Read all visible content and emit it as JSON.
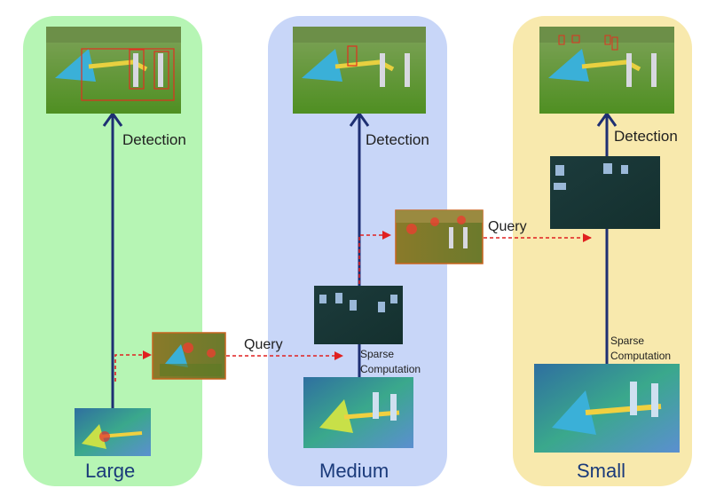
{
  "panels": {
    "large": {
      "label": "Large",
      "color": "#b6f5b4"
    },
    "medium": {
      "label": "Medium",
      "color": "#c8d6f8"
    },
    "small": {
      "label": "Small",
      "color": "#f8e9ad"
    }
  },
  "labels": {
    "detection": "Detection",
    "query": "Query",
    "sparse_computation": "Sparse\nComputation"
  },
  "colors": {
    "arrow": "#1e2f73",
    "query_arrow": "#e02020",
    "grass": "#4f8f22",
    "frame_border": "#c8641e",
    "detection_box": "#e03020"
  },
  "icons": {
    "scene": "kite-field-photo",
    "heatmap": "feature-heatmap",
    "query_map": "query-heat-map",
    "sparse_map": "sparse-feature-map"
  }
}
